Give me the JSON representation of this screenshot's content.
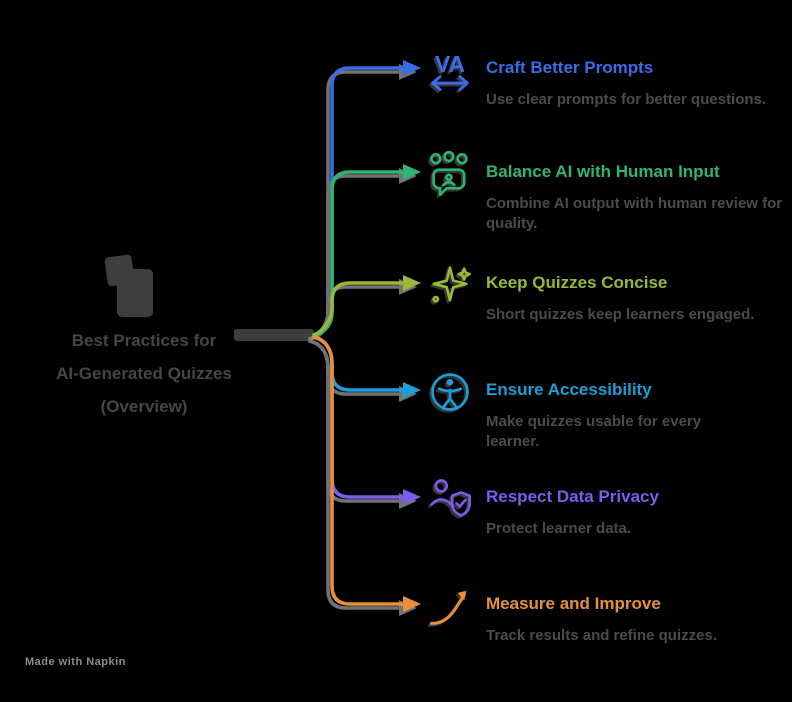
{
  "page": {
    "background": "#000000",
    "watermark": "Made with Napkin"
  },
  "center": {
    "icon": "notes-icon",
    "line1": "Best Practices for",
    "line2": "AI-Generated Quizzes",
    "line3": "(Overview)",
    "text_color": "#464646"
  },
  "colors": {
    "line_shadow": "#8f8f8f",
    "trunk": "#3d3d3d",
    "description_text": "#4b4b4b"
  },
  "branches": [
    {
      "title": "Craft Better Prompts",
      "color": "#3b6ce8",
      "icon": "kerning-prompt-icon",
      "icon_text": "VA",
      "desc": [
        "Use clear prompts for better questions."
      ]
    },
    {
      "title": "Balance AI with Human Input",
      "color": "#2fb570",
      "icon": "people-chat-icon",
      "desc": [
        "Combine AI output with human review for",
        "quality."
      ]
    },
    {
      "title": "Keep Quizzes Concise",
      "color": "#97b838",
      "icon": "sparkle-icon",
      "desc": [
        "Short quizzes keep learners engaged."
      ]
    },
    {
      "title": "Ensure Accessibility",
      "color": "#1b9fd8",
      "icon": "accessibility-icon",
      "desc": [
        "Make quizzes usable for every",
        "learner."
      ]
    },
    {
      "title": "Respect Data Privacy",
      "color": "#7c5cec",
      "icon": "shield-person-icon",
      "desc": [
        "Protect learner data."
      ]
    },
    {
      "title": "Measure and Improve",
      "color": "#e5913b",
      "icon": "growth-arrow-icon",
      "desc": [
        "Track results and refine quizzes."
      ]
    }
  ]
}
